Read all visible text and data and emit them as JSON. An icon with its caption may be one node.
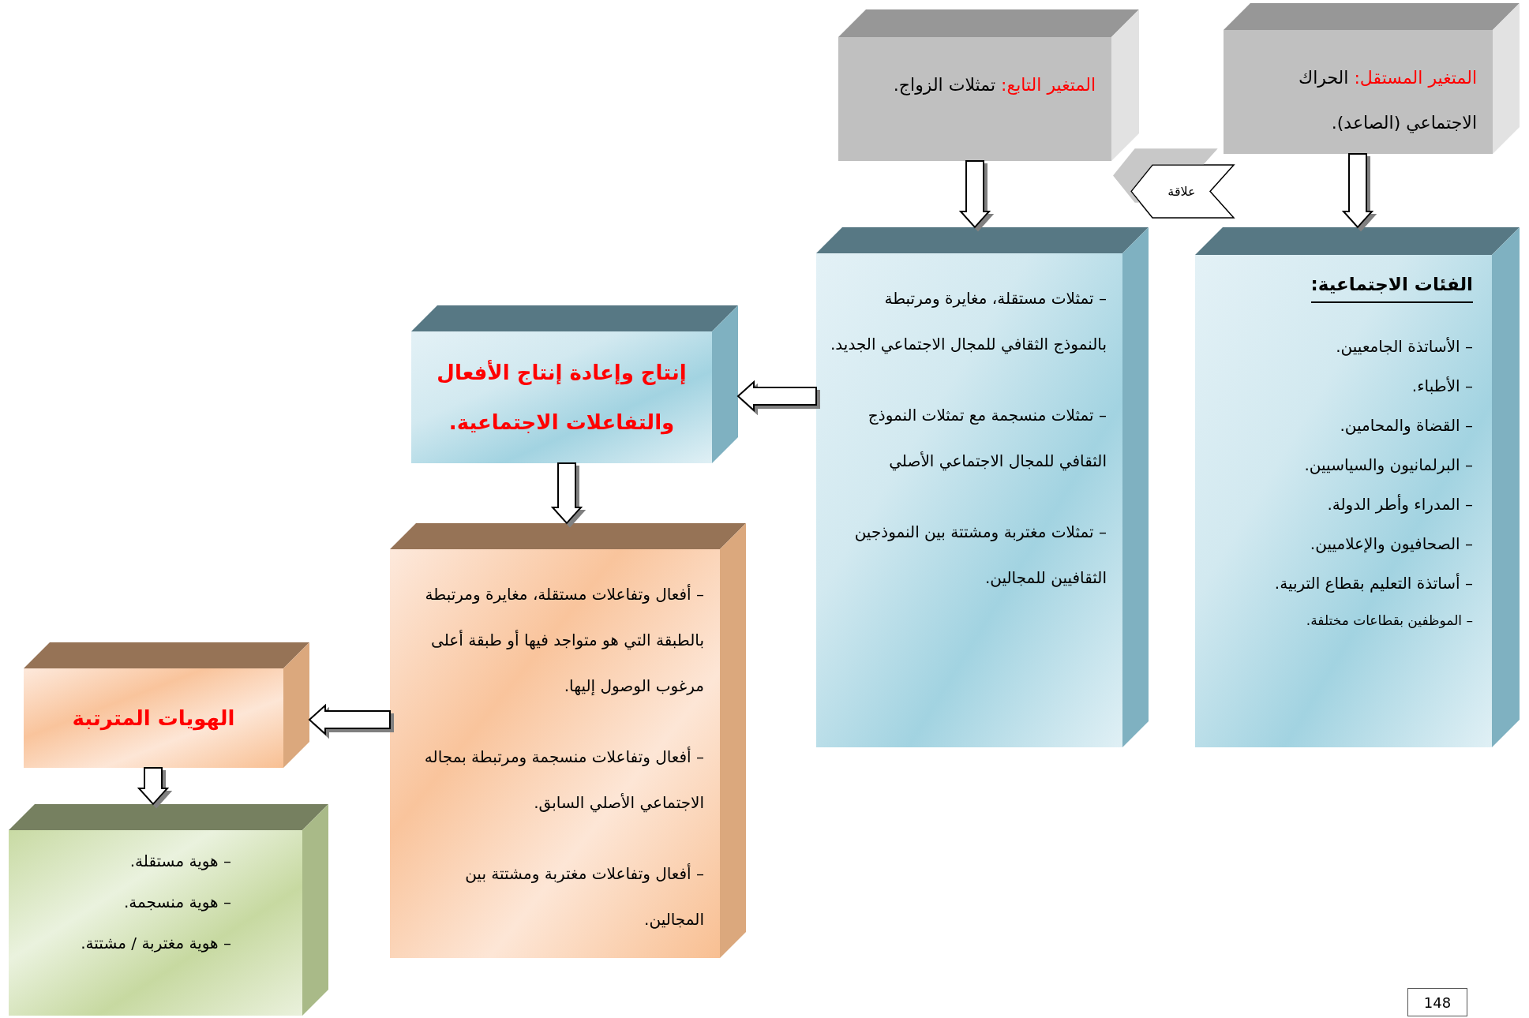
{
  "diagram": {
    "nodes": [
      {
        "text": [
          "المتغير المستقل:",
          "الحراك الاجتماعي (الصاعد)."
        ]
      },
      {
        "text": [
          "المتغير التابع:",
          "تمثلات الزواج."
        ]
      },
      {
        "text": [
          "الفئات الاجتماعية:",
          "– الأساتذة الجامعيين.",
          "– الأطباء.",
          "– القضاة والمحامين.",
          "– البرلمانيون والسياسيين.",
          "– المدراء وأطر الدولة.",
          "– الصحافيون والإعلاميين.",
          "– أساتذة التعليم بقطاع التربية.",
          "– الموظفين بقطاعات مختلفة."
        ]
      },
      {
        "text": [
          "– تمثلات مستقلة، مغايرة ومرتبطة بالنموذج الثقافي للمجال الاجتماعي الجديد.",
          "– تمثلات منسجمة مع تمثلات النموذج الثقافي للمجال الاجتماعي الأصلي",
          "– تمثلات مغتربة ومشتتة بين النموذجين الثقافيين للمجالين."
        ]
      },
      {
        "text": [
          "إنتاج وإعادة إنتاج الأفعال والتفاعلات الاجتماعية."
        ]
      },
      {
        "text": [
          "– أفعال وتفاعلات مستقلة، مغايرة ومرتبطة بالطبقة التي هو متواجد فيها أو طبقة أعلى مرغوب الوصول إليها.",
          "– أفعال وتفاعلات منسجمة ومرتبطة بمجاله الاجتماعي الأصلي السابق.",
          "– أفعال وتفاعلات مغتربة ومشتتة بين المجالين."
        ]
      },
      {
        "text": [
          "الهويات المترتبة"
        ]
      },
      {
        "text": [
          "– هوية مستقلة.",
          "– هوية منسجمة.",
          "– هوية مغتربة / مشتتة."
        ]
      }
    ],
    "edges": [
      {
        "from": 0,
        "to": 1,
        "arrow": "to",
        "label": "علاقة"
      },
      {
        "from": 0,
        "to": 2,
        "arrow": "to"
      },
      {
        "from": 1,
        "to": 3,
        "arrow": "to"
      },
      {
        "from": 3,
        "to": 4,
        "arrow": "to"
      },
      {
        "from": 4,
        "to": 5,
        "arrow": "to"
      },
      {
        "from": 5,
        "to": 6,
        "arrow": "to"
      },
      {
        "from": 6,
        "to": 7,
        "arrow": "to"
      }
    ],
    "labels": [
      "148"
    ]
  }
}
